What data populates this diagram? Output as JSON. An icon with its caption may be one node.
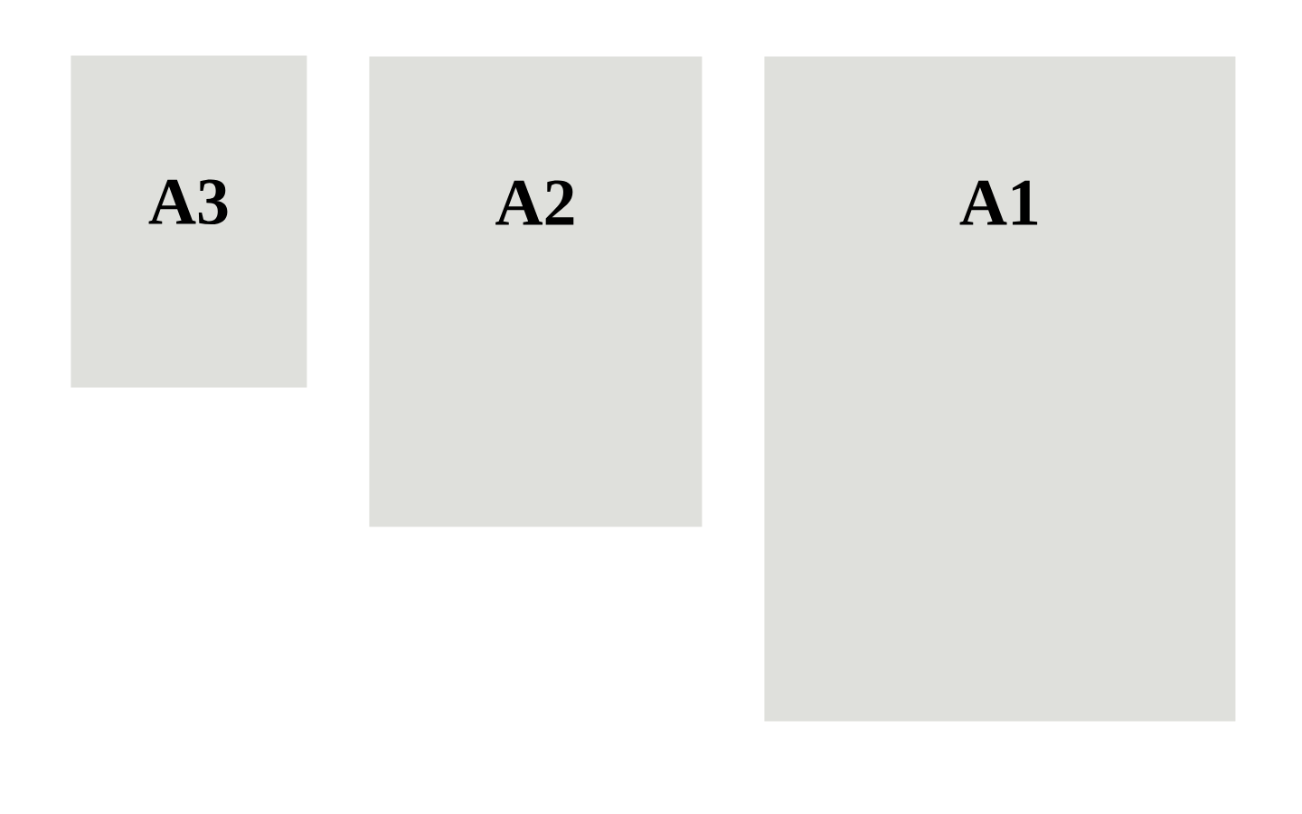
{
  "diagram": {
    "nodes": [
      {
        "text": [
          "A3"
        ]
      },
      {
        "text": [
          "A2"
        ]
      },
      {
        "text": [
          "A1"
        ]
      }
    ]
  }
}
